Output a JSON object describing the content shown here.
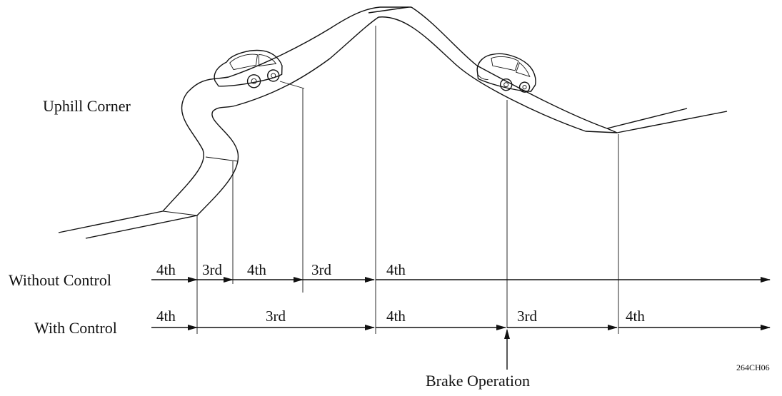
{
  "labels": {
    "uphill_corner": "Uphill Corner",
    "without_control": "Without Control",
    "with_control": "With Control",
    "brake_operation": "Brake Operation",
    "figure_code": "264CH06"
  },
  "without_control_gears": [
    "4th",
    "3rd",
    "4th",
    "3rd",
    "4th"
  ],
  "with_control_gears": [
    "4th",
    "3rd",
    "4th",
    "3rd",
    "4th"
  ]
}
